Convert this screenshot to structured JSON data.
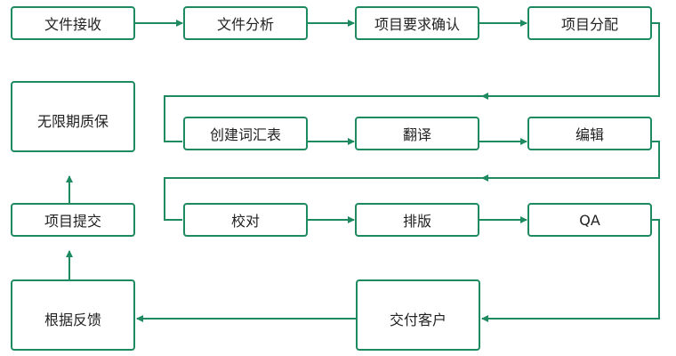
{
  "colors": {
    "accent": "#1e8a5f",
    "text": "#222222",
    "background": "#ffffff"
  },
  "nodes": {
    "file_receive": "文件接收",
    "file_analysis": "文件分析",
    "requirement_confirm": "项目要求确认",
    "project_assign": "项目分配",
    "glossary": "创建词汇表",
    "translate": "翻译",
    "edit": "编辑",
    "proofread": "校对",
    "typeset": "排版",
    "qa": "QA",
    "deliver": "交付客户",
    "feedback": "根据反馈",
    "submit": "项目提交",
    "warranty": "无限期质保"
  }
}
